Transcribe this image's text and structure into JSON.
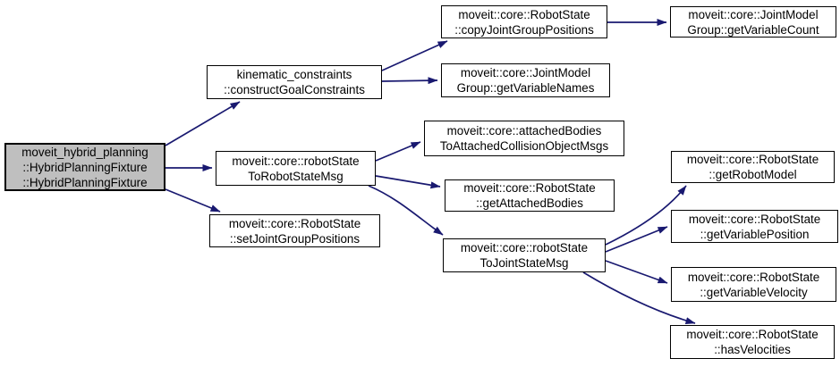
{
  "diagram": {
    "type": "call-graph",
    "colors": {
      "background": "#ffffff",
      "edge": "#191970",
      "node_border": "#000000",
      "node_fill": "#ffffff",
      "highlight_fill": "#bfbfbf",
      "text": "#000000"
    },
    "nodes": [
      {
        "id": "hybrid-planning-fixture",
        "label": "moveit_hybrid_planning\n::HybridPlanningFixture\n::HybridPlanningFixture",
        "highlighted": true
      },
      {
        "id": "construct-goal-constraints",
        "label": "kinematic_constraints\n::constructGoalConstraints",
        "highlighted": false
      },
      {
        "id": "copy-joint-group-positions",
        "label": "moveit::core::RobotState\n::copyJointGroupPositions",
        "highlighted": false
      },
      {
        "id": "get-variable-count",
        "label": "moveit::core::JointModel\nGroup::getVariableCount",
        "highlighted": false
      },
      {
        "id": "get-variable-names",
        "label": "moveit::core::JointModel\nGroup::getVariableNames",
        "highlighted": false
      },
      {
        "id": "robot-state-to-robot-state-msg",
        "label": "moveit::core::robotState\nToRobotStateMsg",
        "highlighted": false
      },
      {
        "id": "attached-bodies-to-attached-collision-object-msgs",
        "label": "moveit::core::attachedBodies\nToAttachedCollisionObjectMsgs",
        "highlighted": false
      },
      {
        "id": "get-attached-bodies",
        "label": "moveit::core::RobotState\n::getAttachedBodies",
        "highlighted": false
      },
      {
        "id": "set-joint-group-positions",
        "label": "moveit::core::RobotState\n::setJointGroupPositions",
        "highlighted": false
      },
      {
        "id": "robot-state-to-joint-state-msg",
        "label": "moveit::core::robotState\nToJointStateMsg",
        "highlighted": false
      },
      {
        "id": "get-robot-model",
        "label": "moveit::core::RobotState\n::getRobotModel",
        "highlighted": false
      },
      {
        "id": "get-variable-position",
        "label": "moveit::core::RobotState\n::getVariablePosition",
        "highlighted": false
      },
      {
        "id": "get-variable-velocity",
        "label": "moveit::core::RobotState\n::getVariableVelocity",
        "highlighted": false
      },
      {
        "id": "has-velocities",
        "label": "moveit::core::RobotState\n::hasVelocities",
        "highlighted": false
      }
    ],
    "edges": [
      {
        "from": "hybrid-planning-fixture",
        "to": "construct-goal-constraints"
      },
      {
        "from": "hybrid-planning-fixture",
        "to": "robot-state-to-robot-state-msg"
      },
      {
        "from": "hybrid-planning-fixture",
        "to": "set-joint-group-positions"
      },
      {
        "from": "construct-goal-constraints",
        "to": "copy-joint-group-positions"
      },
      {
        "from": "construct-goal-constraints",
        "to": "get-variable-names"
      },
      {
        "from": "copy-joint-group-positions",
        "to": "get-variable-count"
      },
      {
        "from": "robot-state-to-robot-state-msg",
        "to": "attached-bodies-to-attached-collision-object-msgs"
      },
      {
        "from": "robot-state-to-robot-state-msg",
        "to": "get-attached-bodies"
      },
      {
        "from": "robot-state-to-robot-state-msg",
        "to": "robot-state-to-joint-state-msg"
      },
      {
        "from": "robot-state-to-joint-state-msg",
        "to": "get-robot-model"
      },
      {
        "from": "robot-state-to-joint-state-msg",
        "to": "get-variable-position"
      },
      {
        "from": "robot-state-to-joint-state-msg",
        "to": "get-variable-velocity"
      },
      {
        "from": "robot-state-to-joint-state-msg",
        "to": "has-velocities"
      }
    ]
  }
}
